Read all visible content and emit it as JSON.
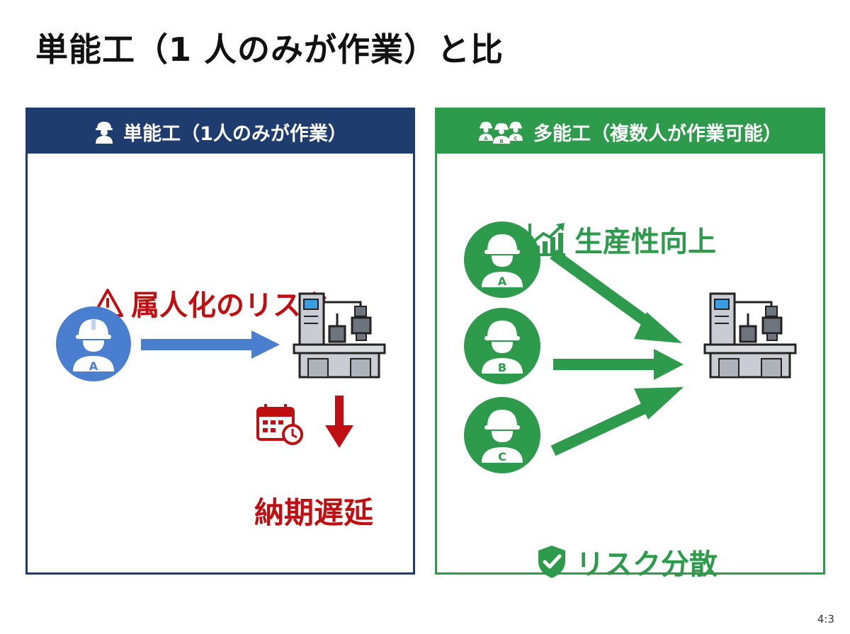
{
  "title": "単能工（1 人のみが作業）と比",
  "aspect": "4:3",
  "left_panel": {
    "header": "単能工（1人のみが作業）",
    "risk_label": "属人化のリスク",
    "worker": "A",
    "delay_label": "納期遅延",
    "colors": {
      "frame": "#1f3c6e",
      "worker": "#4a7fd0",
      "alert": "#c00f12"
    }
  },
  "right_panel": {
    "header": "多能工（複数人が作業可能）",
    "productivity_label": "生産性向上",
    "workers": [
      "A",
      "B",
      "C"
    ],
    "risk_spread_label": "リスク分散",
    "colors": {
      "frame": "#2e9a4c"
    }
  },
  "icons": {
    "single_worker": "worker-helmet-icon",
    "multi_worker": "team-helmet-icon",
    "warning": "warning-triangle-icon",
    "calendar": "calendar-clock-icon",
    "machine": "machine-tool-icon",
    "chart": "growth-chart-icon",
    "shield": "shield-check-icon"
  }
}
